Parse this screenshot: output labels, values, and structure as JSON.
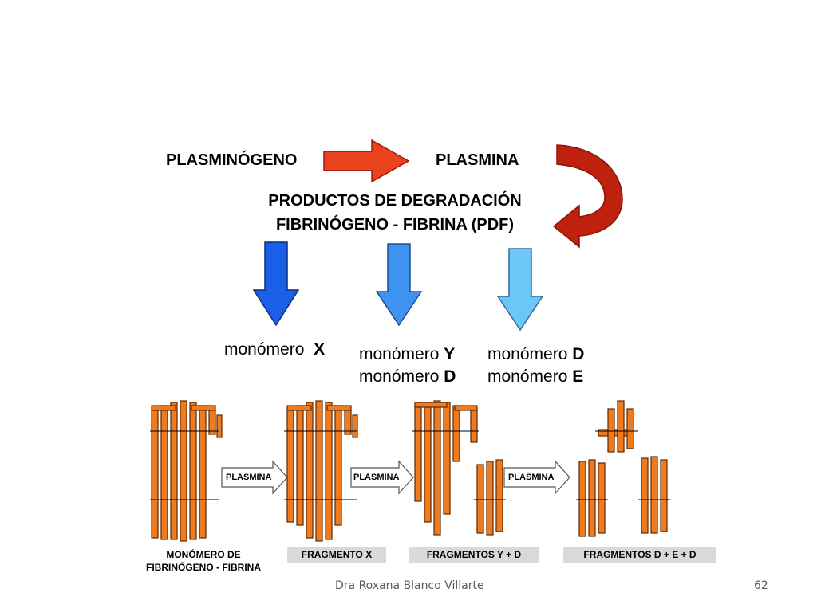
{
  "top": {
    "plasminogen": "PLASMINÓGENO",
    "plasmin": "PLASMINA",
    "products_line1": "PRODUCTOS DE DEGRADACIÓN",
    "products_line2": "FIBRINÓGENO - FIBRINA (PDF)"
  },
  "monomers": {
    "x_prefix": "monómero",
    "x_letter": "X",
    "y_prefix": "monómero",
    "y_letter": "Y",
    "d1_prefix": "monómero",
    "d1_letter": "D",
    "d2_prefix": "monómero",
    "d2_letter": "D",
    "e_prefix": "monómero",
    "e_letter": "E"
  },
  "figure": {
    "enzyme_label": "PLASMINA",
    "panel1_line1": "MONÓMERO DE",
    "panel1_line2": "FIBRINÓGENO - FIBRINA",
    "panel2": "FRAGMENTO  X",
    "panel3": "FRAGMENTOS  Y + D",
    "panel4": "FRAGMENTOS  D + E + D"
  },
  "footer": {
    "author": "Dra Roxana Blanco Villarte",
    "page": "62"
  },
  "colors": {
    "red_arrow": "#e8421f",
    "dark_red_arrow": "#c0200e",
    "blue1": "#1a5fe8",
    "blue2": "#3f93f0",
    "blue3": "#6cc6f8",
    "orange": "#f07b1f"
  }
}
